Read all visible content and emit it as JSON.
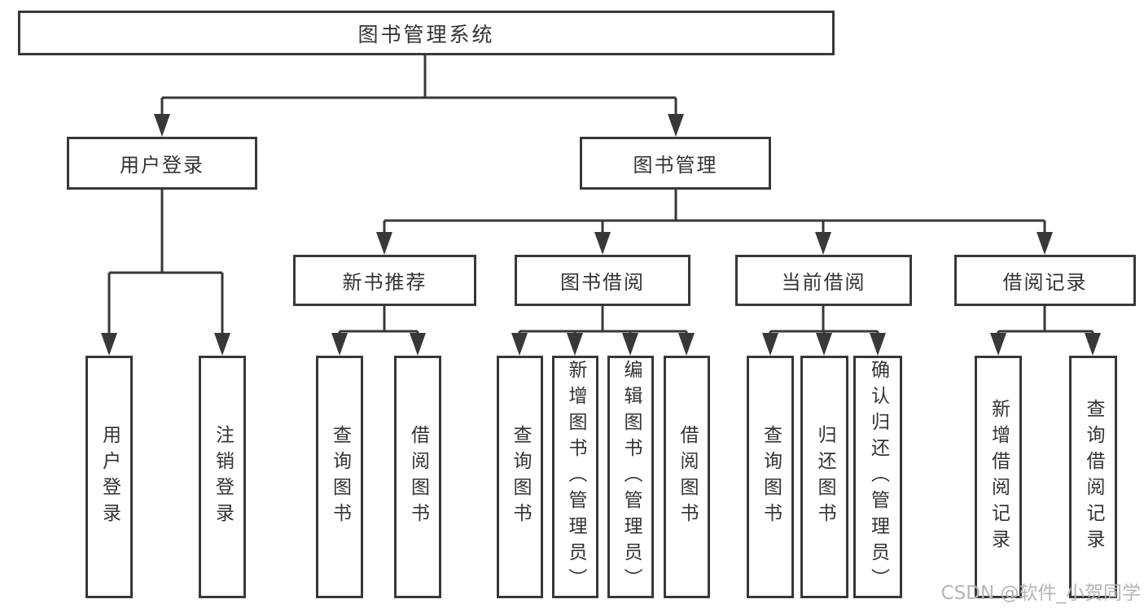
{
  "diagram": {
    "root": {
      "label": "图书管理系统"
    },
    "level2": [
      {
        "label": "用户登录"
      },
      {
        "label": "图书管理"
      }
    ],
    "level3": [
      {
        "label": "新书推荐"
      },
      {
        "label": "图书借阅"
      },
      {
        "label": "当前借阅"
      },
      {
        "label": "借阅记录"
      }
    ],
    "leaves": {
      "user_login": [
        {
          "label": "用户登录"
        },
        {
          "label": "注销登录"
        }
      ],
      "new_book_recommend": [
        {
          "label": "查询图书"
        },
        {
          "label": "借阅图书"
        }
      ],
      "book_borrowing": [
        {
          "label": "查询图书"
        },
        {
          "label": "新增图书（管理员）"
        },
        {
          "label": "编辑图书（管理员）"
        },
        {
          "label": "借阅图书"
        }
      ],
      "current_borrowing": [
        {
          "label": "查询图书"
        },
        {
          "label": "归还图书"
        },
        {
          "label": "确认归还（管理员）"
        }
      ],
      "borrowing_records": [
        {
          "label": "新增借阅记录"
        },
        {
          "label": "查询借阅记录"
        }
      ]
    }
  },
  "watermark": {
    "text": "CSDN @软件_小贺同学"
  },
  "colors": {
    "line": "#383838",
    "box_border": "#383838",
    "text": "#333333",
    "watermark_gray": "#b5b5b5",
    "background": "#ffffff"
  }
}
